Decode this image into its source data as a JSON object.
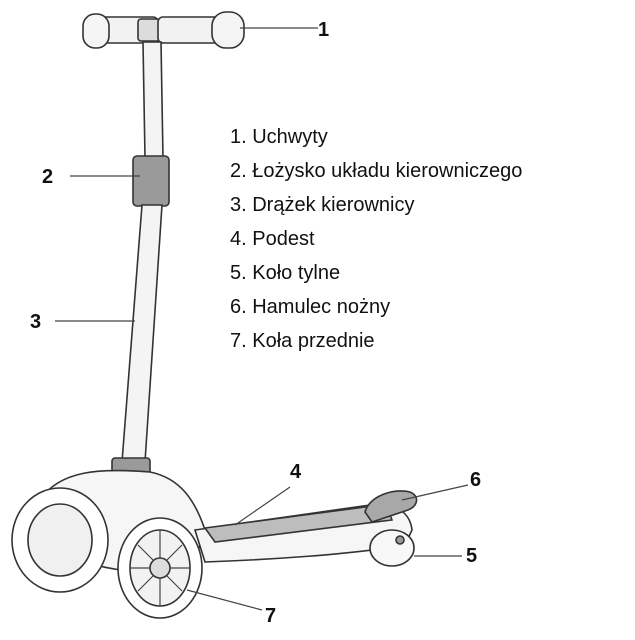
{
  "callouts": [
    {
      "num": "1"
    },
    {
      "num": "2"
    },
    {
      "num": "3"
    },
    {
      "num": "4"
    },
    {
      "num": "5"
    },
    {
      "num": "6"
    },
    {
      "num": "7"
    }
  ],
  "legend": [
    "1. Uchwyty",
    "2. Łożysko układu kierowniczego",
    "3. Drążek kierownicy",
    "4. Podest",
    "5. Koło tylne",
    "6. Hamulec nożny",
    "7. Koła przednie"
  ]
}
